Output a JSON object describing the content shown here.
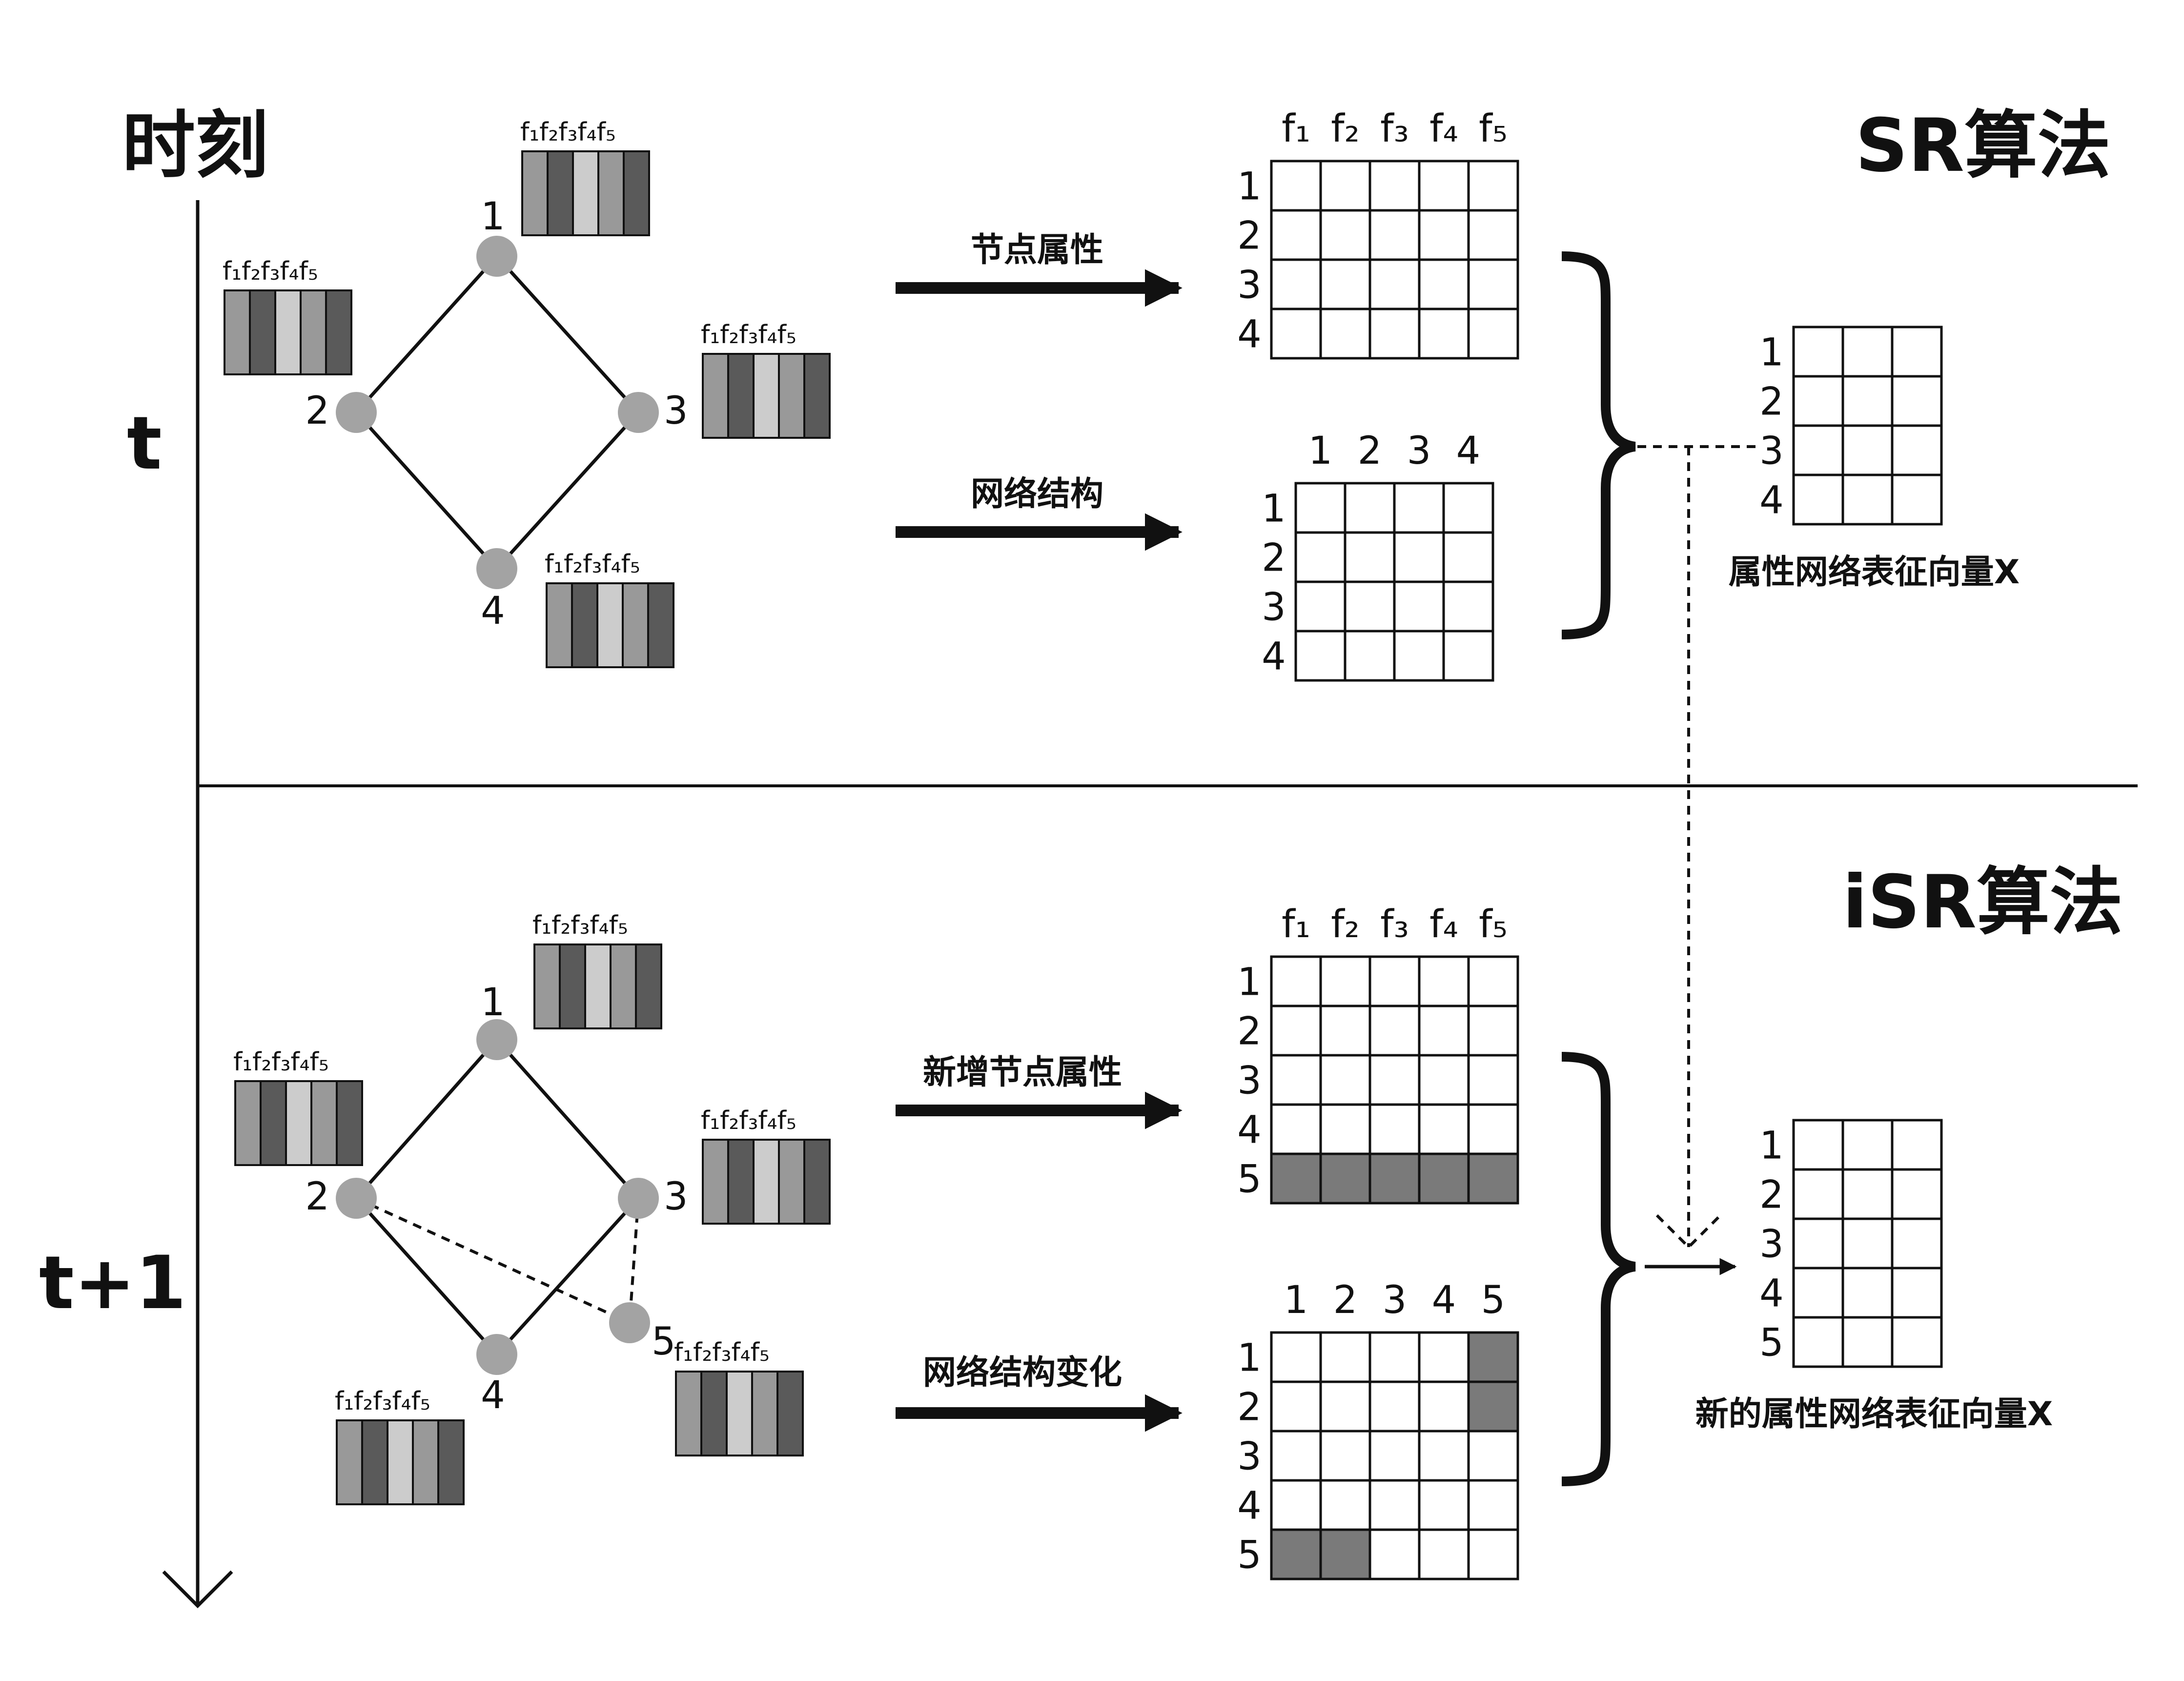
{
  "header": {
    "time_label": "时刻",
    "sr_title": "SR算法",
    "isr_title": "iSR算法"
  },
  "timeline": {
    "t_label": "t",
    "t1_label": "t+1"
  },
  "feature_label": "f₁f₂f₃f₄f₅",
  "feature_bar_colors": [
    "#999999",
    "#5a5a5a",
    "#cccccc",
    "#999999",
    "#5a5a5a"
  ],
  "colors": {
    "node": "#a3a3a3",
    "highlight": "#7a7a7a",
    "line": "#111111"
  },
  "top": {
    "nodes": [
      "1",
      "2",
      "3",
      "4"
    ],
    "edges": [
      [
        "1",
        "2"
      ],
      [
        "1",
        "3"
      ],
      [
        "2",
        "4"
      ],
      [
        "3",
        "4"
      ]
    ],
    "arrow1_label": "节点属性",
    "arrow2_label": "网络结构",
    "attr_matrix": {
      "col_headers": [
        "f₁",
        "f₂",
        "f₃",
        "f₄",
        "f₅"
      ],
      "row_headers": [
        "1",
        "2",
        "3",
        "4"
      ]
    },
    "adj_matrix": {
      "col_headers": [
        "1",
        "2",
        "3",
        "4"
      ],
      "row_headers": [
        "1",
        "2",
        "3",
        "4"
      ]
    },
    "repr": {
      "row_headers": [
        "1",
        "2",
        "3",
        "4"
      ],
      "label": "属性网络表征向量X"
    }
  },
  "bottom": {
    "nodes": [
      "1",
      "2",
      "3",
      "4",
      "5"
    ],
    "edges": [
      [
        "1",
        "2"
      ],
      [
        "1",
        "3"
      ],
      [
        "2",
        "4"
      ],
      [
        "3",
        "4"
      ]
    ],
    "new_edges": [
      [
        "2",
        "5"
      ],
      [
        "3",
        "5"
      ]
    ],
    "arrow1_label": "新增节点属性",
    "arrow2_label": "网络结构变化",
    "attr_matrix": {
      "col_headers": [
        "f₁",
        "f₂",
        "f₃",
        "f₄",
        "f₅"
      ],
      "row_headers": [
        "1",
        "2",
        "3",
        "4",
        "5"
      ],
      "highlight_rows": [
        5
      ]
    },
    "adj_matrix": {
      "col_headers": [
        "1",
        "2",
        "3",
        "4",
        "5"
      ],
      "row_headers": [
        "1",
        "2",
        "3",
        "4",
        "5"
      ],
      "highlight_cells": [
        [
          1,
          5
        ],
        [
          2,
          5
        ],
        [
          5,
          1
        ],
        [
          5,
          2
        ]
      ]
    },
    "repr": {
      "row_headers": [
        "1",
        "2",
        "3",
        "4",
        "5"
      ],
      "label": "新的属性网络表征向量X"
    }
  }
}
